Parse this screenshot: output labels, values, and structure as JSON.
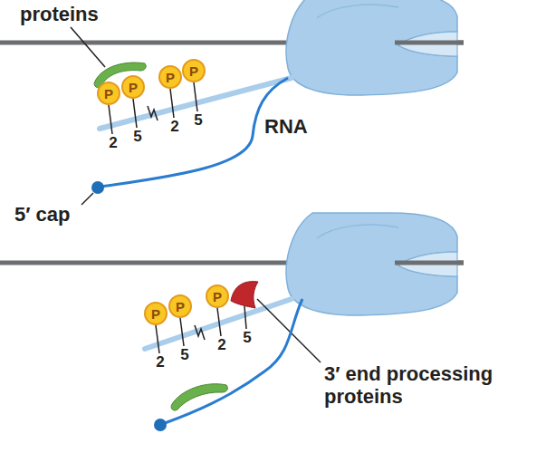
{
  "diagram": {
    "nodes": [
      {
        "text": [
          "P"
        ]
      },
      {
        "text": [
          "P"
        ]
      },
      {
        "text": [
          "P"
        ]
      },
      {
        "text": [
          "P"
        ]
      },
      {
        "text": [
          "P"
        ]
      },
      {
        "text": [
          "P"
        ]
      },
      {
        "text": [
          "P"
        ]
      }
    ],
    "labels": [
      "proteins",
      "2",
      "5",
      "2",
      "5",
      "RNA",
      "5′ cap",
      "2",
      "5",
      "2",
      "5",
      "3′ end processing proteins"
    ]
  }
}
